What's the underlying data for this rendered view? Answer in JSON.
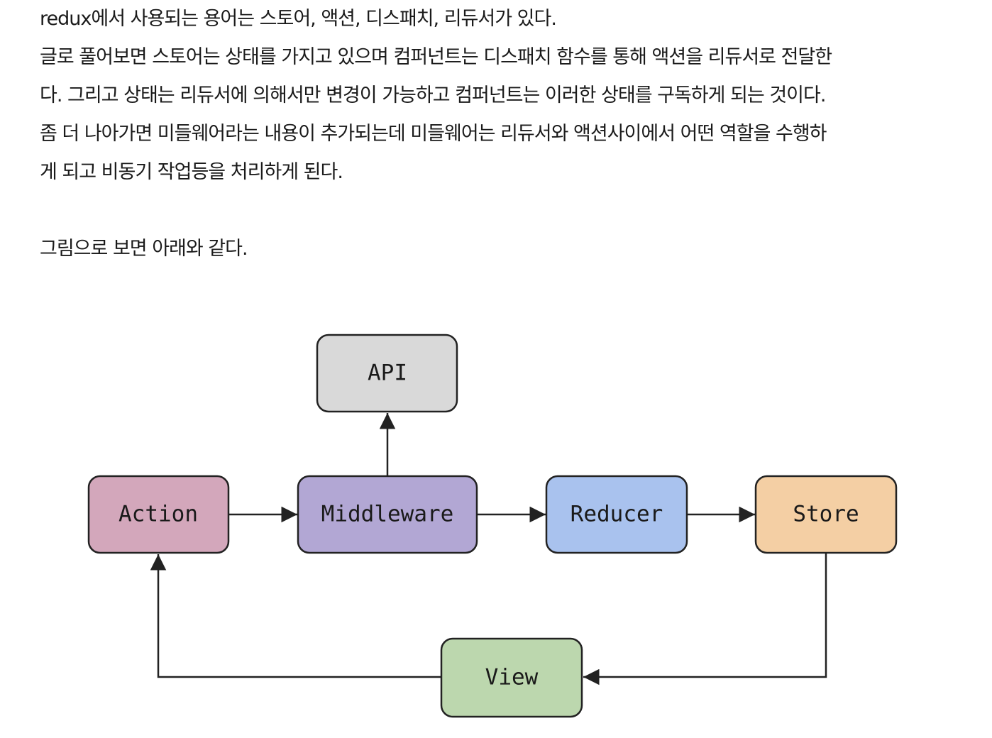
{
  "text": {
    "line1": "redux에서 사용되는 용어는 스토어, 액션, 디스패치, 리듀서가 있다.",
    "line2": "글로 풀어보면 스토어는 상태를 가지고 있으며 컴퍼넌트는 디스패치 함수를 통해 액션을 리듀서로 전달한",
    "line3": "다. 그리고 상태는 리듀서에 의해서만 변경이 가능하고 컴퍼넌트는 이러한 상태를 구독하게 되는 것이다.",
    "line4": "좀 더 나아가면 미들웨어라는 내용이 추가되는데 미들웨어는 리듀서와 액션사이에서 어떤 역할을 수행하",
    "line5": "게 되고 비동기 작업등을 처리하게 된다.",
    "line6": "그림으로 보면 아래와 같다."
  },
  "diagram": {
    "nodes": {
      "api": {
        "label": "API",
        "fill": "#d9d9d9"
      },
      "action": {
        "label": "Action",
        "fill": "#d3a7bb"
      },
      "middleware": {
        "label": "Middleware",
        "fill": "#b2a7d4"
      },
      "reducer": {
        "label": "Reducer",
        "fill": "#a9c2ee"
      },
      "store": {
        "label": "Store",
        "fill": "#f4cfa4"
      },
      "view": {
        "label": "View",
        "fill": "#bcd7ae"
      }
    },
    "edges": [
      {
        "from": "Action",
        "to": "Middleware"
      },
      {
        "from": "Middleware",
        "to": "API"
      },
      {
        "from": "Middleware",
        "to": "Reducer"
      },
      {
        "from": "Reducer",
        "to": "Store"
      },
      {
        "from": "Store",
        "to": "View"
      },
      {
        "from": "View",
        "to": "Action"
      }
    ],
    "stroke": "#222222"
  }
}
